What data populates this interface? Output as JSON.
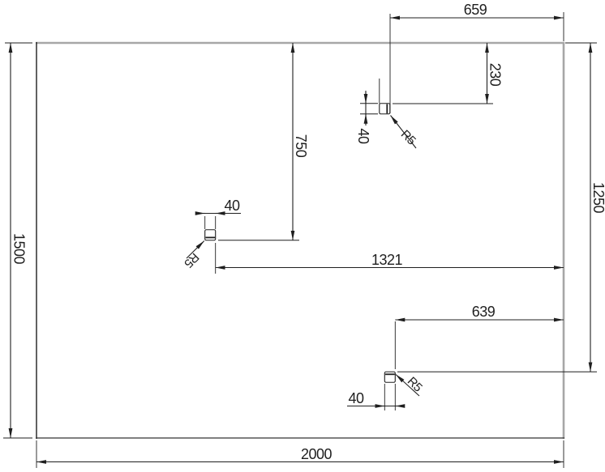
{
  "drawing": {
    "type": "technical-dimension-drawing",
    "plate": {
      "width_label": "2000",
      "height_label": "1500"
    },
    "dims": {
      "d659": "659",
      "d230": "230",
      "d750": "750",
      "d1321": "1321",
      "d1250": "1250",
      "d639": "639",
      "w40_top": "40",
      "w40_mid": "40",
      "w40_bot": "40",
      "r5_top": "R5",
      "r5_mid": "R5",
      "r5_bot": "R5"
    },
    "colors": {
      "dimension_line": "#1f1f1f",
      "plate_edge_light": "#a7a7a7",
      "plate_edge_dark": "#1f1f1f",
      "background": "#ffffff"
    }
  }
}
